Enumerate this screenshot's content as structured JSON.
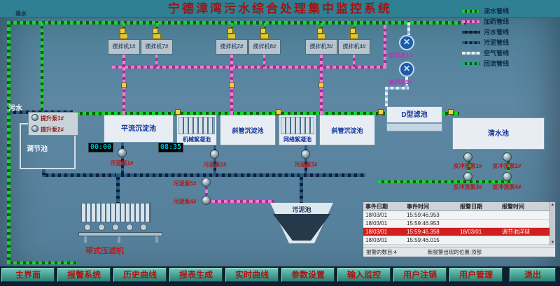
{
  "title": "宁德漳湾污水综合处理集中监控系统",
  "labels": {
    "drain": "退水",
    "inflow": "污水"
  },
  "legend": {
    "items": [
      {
        "label": "流水管线",
        "color": "#17d62a"
      },
      {
        "label": "加药管线",
        "color": "#f27ad8"
      },
      {
        "label": "污水管线",
        "color": "#1d3c5e"
      },
      {
        "label": "污泥管线",
        "color": "#2c5a86"
      },
      {
        "label": "空气管线",
        "color": "#e6f3fb"
      },
      {
        "label": "回流管线",
        "color": "#16b468"
      }
    ]
  },
  "mixers": {
    "items": [
      "搅拌机1#",
      "搅拌机7#",
      "搅拌机2#",
      "搅拌机8#",
      "搅拌机3#",
      "搅拌机4#"
    ]
  },
  "blowers": {
    "items": [
      "鼓风机1#",
      "鼓风机2#"
    ]
  },
  "tanks": {
    "regulating": "调节池",
    "horizontal_sed": "平流沉淀池",
    "mech_floc": "机械絮凝池",
    "inclined_sed_1": "斜管沉淀池",
    "grid_floc": "网络絮凝池",
    "inclined_sed_2": "斜管沉淀池",
    "d_filter": "D型滤池",
    "clear_water": "清水池",
    "sludge_tank": "污泥池",
    "belt_press": "带式压滤机"
  },
  "pumps": {
    "lift_1": "提升泵1#",
    "lift_2": "提升泵2#",
    "sludge_1": "污泥泵1#",
    "sludge_2": "污泥泵2#",
    "sludge_3": "污泥泵3#",
    "sludge_4": "污泥泵4#",
    "sludge_5": "污泥泵5#",
    "backwash_1": "反冲洗泵1#",
    "backwash_2": "反冲洗泵2#",
    "backwash_3": "反冲洗泵3#",
    "backwash_4": "反冲洗泵4#"
  },
  "timers": {
    "t1": "00:00",
    "t2": "08:35"
  },
  "alarm_table": {
    "headers": [
      "事件日期",
      "事件时间",
      "报警日期",
      "报警时间"
    ],
    "rows": [
      {
        "cells": [
          "18/03/01",
          "15:59:46.953",
          "",
          ""
        ],
        "alarm": false
      },
      {
        "cells": [
          "18/03/01",
          "15:59:46.953",
          "",
          ""
        ],
        "alarm": false
      },
      {
        "cells": [
          "18/03/01",
          "15:59:46.358",
          "18/03/01",
          "调节池浮球"
        ],
        "alarm": true
      },
      {
        "cells": [
          "18/03/01",
          "15:59:46.015",
          "",
          ""
        ],
        "alarm": false
      }
    ],
    "footer_left": "报警的数目:4",
    "footer_right": "新报警出现的位置:顶部"
  },
  "icons": {
    "scroll_up": "▲",
    "scroll_down": "▼",
    "fan": "✕"
  },
  "menu": {
    "items": [
      "主界面",
      "报警系统",
      "历史曲线",
      "报表生成",
      "实时曲线",
      "参数设置",
      "输入监控",
      "用户注销",
      "用户管理",
      "退出"
    ]
  },
  "colors": {
    "title_text": "#9e1414",
    "button_text": "#a81414",
    "alarm_row": "#cf1f1f",
    "screen_bg": "#57839f",
    "titlebar_bg": "#2f8093",
    "pipe_water": "#17d62a",
    "pipe_dosing": "#f27ad8",
    "pipe_sludge": "#2c5a86",
    "pipe_air": "#e6f3fb"
  }
}
